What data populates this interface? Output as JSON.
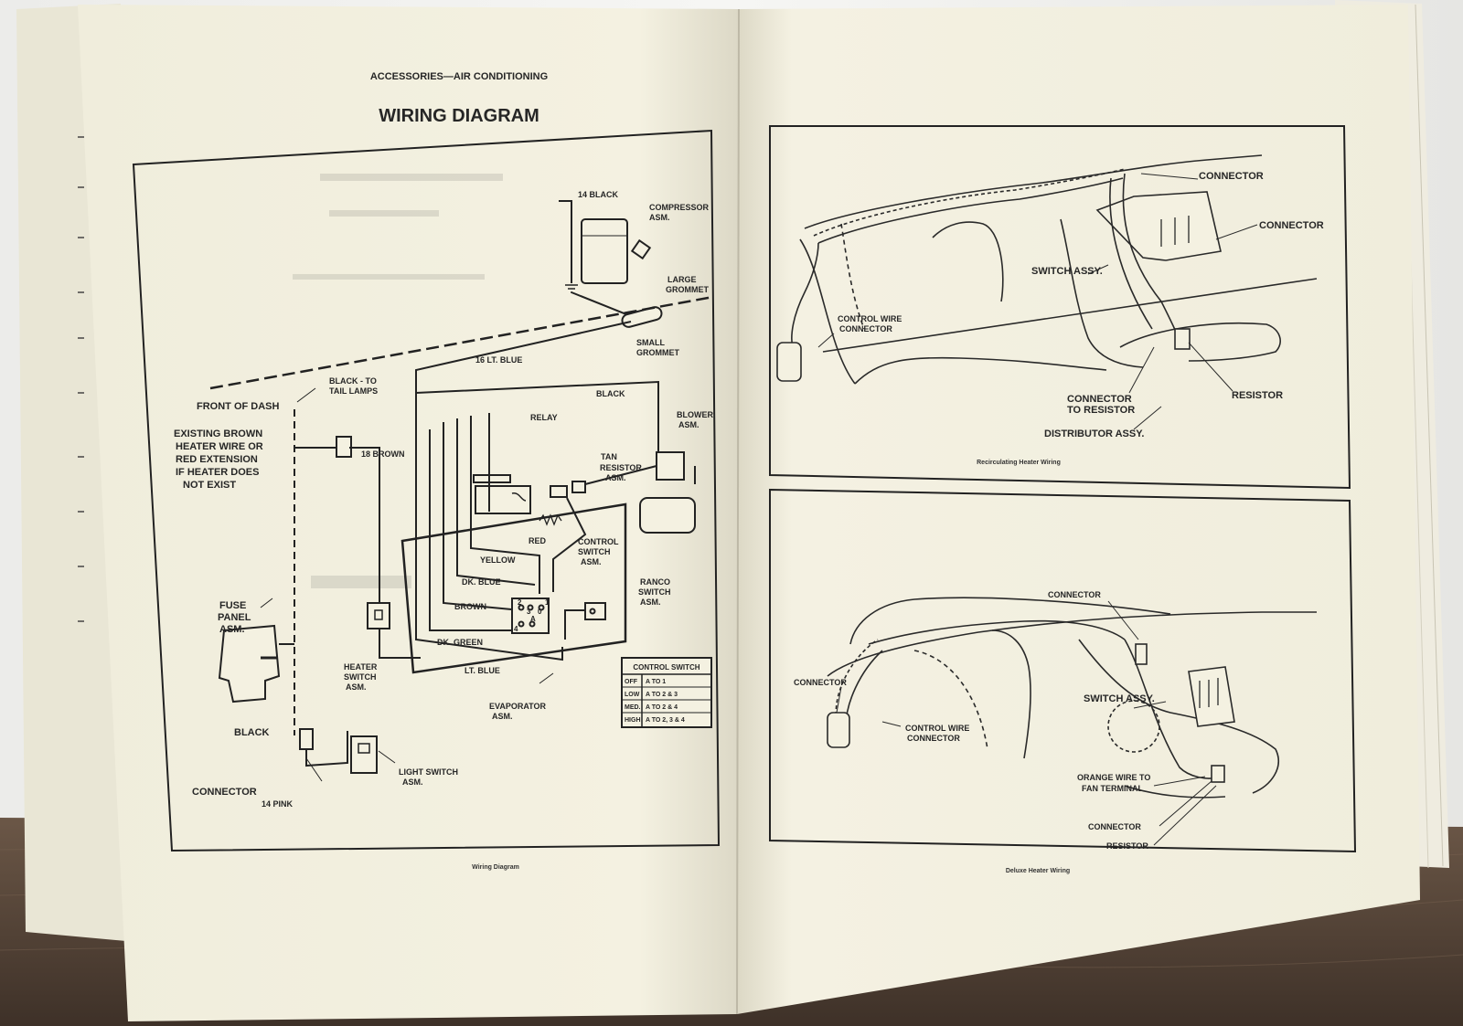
{
  "left_page": {
    "section": "ACCESSORIES—AIR CONDITIONING",
    "title": "WIRING DIAGRAM",
    "caption": "Wiring Diagram",
    "labels": {
      "black14": "14 BLACK",
      "compressor1": "COMPRESSOR",
      "compressor2": "ASM.",
      "large1": "LARGE",
      "large2": "GROMMET",
      "small1": "SMALL",
      "small2": "GROMMET",
      "ltblue16": "16 LT. BLUE",
      "front_dash": "FRONT OF DASH",
      "black_to": "BLACK - TO",
      "tail_lamps": "TAIL LAMPS",
      "existing1": "EXISTING BROWN",
      "existing2": "HEATER WIRE OR",
      "existing3": "RED EXTENSION",
      "existing4": "IF HEATER DOES",
      "existing5": "NOT EXIST",
      "brown18": "18 BROWN",
      "relay": "RELAY",
      "black_wire": "BLACK",
      "blower1": "BLOWER",
      "blower2": "ASM.",
      "tan": "TAN",
      "resistor1": "RESISTOR",
      "resistor2": "ASM.",
      "red": "RED",
      "yellow": "YELLOW",
      "dkblue": "DK. BLUE",
      "brown": "BROWN",
      "dkgreen": "DK. GREEN",
      "ltblue": "LT. BLUE",
      "control1": "CONTROL",
      "control2": "SWITCH",
      "control3": "ASM.",
      "ranco1": "RANCO",
      "ranco2": "SWITCH",
      "ranco3": "ASM.",
      "fuse1": "FUSE",
      "fuse2": "PANEL",
      "fuse3": "ASM.",
      "heater1": "HEATER",
      "heater2": "SWITCH",
      "heater3": "ASM.",
      "evap1": "EVAPORATOR",
      "evap2": "ASM.",
      "black": "BLACK",
      "connector": "CONNECTOR",
      "pink14": "14 PINK",
      "light1": "LIGHT SWITCH",
      "light2": "ASM.",
      "t2": "2",
      "t3": "3",
      "t4": "4",
      "t0": "0",
      "t1": "1",
      "tA": "A"
    },
    "control_switch_table": {
      "title": "CONTROL SWITCH",
      "rows": [
        {
          "pos": "OFF",
          "conn": "A TO 1"
        },
        {
          "pos": "LOW",
          "conn": "A TO 2 & 3"
        },
        {
          "pos": "MED.",
          "conn": "A TO 2 & 4"
        },
        {
          "pos": "HIGH",
          "conn": "A TO 2, 3 & 4"
        }
      ]
    }
  },
  "right_page": {
    "top": {
      "caption": "Recirculating Heater Wiring",
      "labels": {
        "connector_a": "CONNECTOR",
        "connector_b": "CONNECTOR",
        "switch_assy": "SWITCH ASSY.",
        "cw1": "CONTROL WIRE",
        "cw2": "CONNECTOR",
        "ctr1": "CONNECTOR",
        "ctr2": "TO RESISTOR",
        "resistor": "RESISTOR",
        "distributor": "DISTRIBUTOR ASSY."
      }
    },
    "bottom": {
      "caption": "Deluxe Heater Wiring",
      "labels": {
        "connector_top": "CONNECTOR",
        "connector_left": "CONNECTOR",
        "switch_assy": "SWITCH ASSY.",
        "cw1": "CONTROL WIRE",
        "cw2": "CONNECTOR",
        "orange1": "ORANGE WIRE TO",
        "orange2": "FAN TERMINAL",
        "connector_low": "CONNECTOR",
        "resistor": "RESISTOR"
      }
    }
  }
}
